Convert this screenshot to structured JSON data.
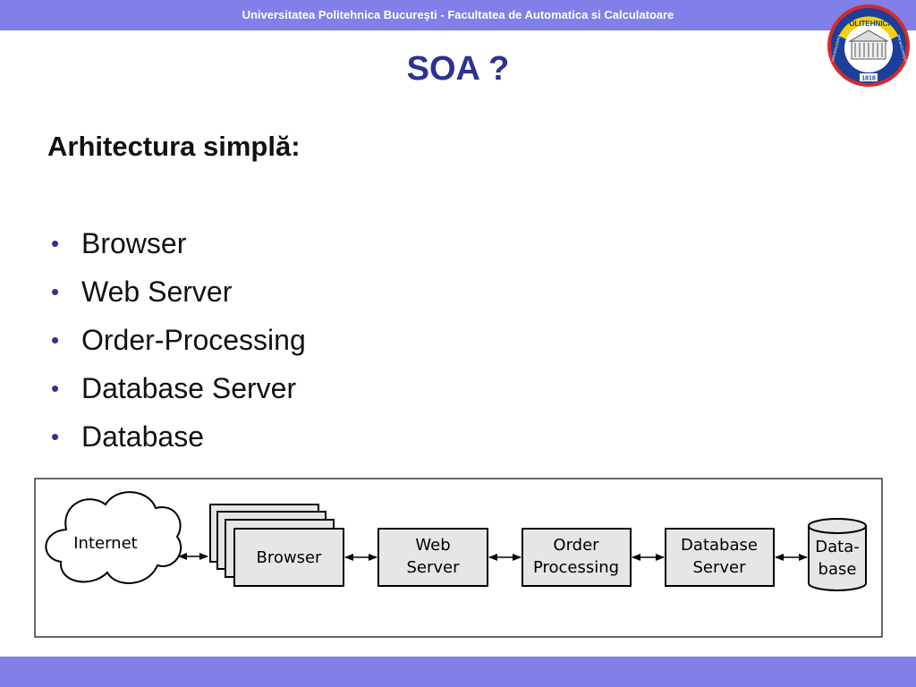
{
  "header": {
    "institution": "Universitatea Politehnica Bucureşti - Facultatea de Automatica si Calculatoare"
  },
  "logo": {
    "top_text": "POLITEHNICA",
    "left_text": "UNIVERSITATEA",
    "right_text": "DIN BUCUREŞTI",
    "year": "1818",
    "colors": {
      "blue": "#1b3f9a",
      "yellow": "#f4d20b",
      "red": "#d42a2a"
    }
  },
  "slide": {
    "title": "SOA ?",
    "subtitle": "Arhitectura simplă:",
    "bullets": [
      "Browser",
      "Web Server",
      "Order-Processing",
      "Database Server",
      "Database"
    ]
  },
  "diagram": {
    "nodes": {
      "internet": "Internet",
      "browser": "Browser",
      "web_server": [
        "Web",
        "Server"
      ],
      "order_processing": [
        "Order",
        "Processing"
      ],
      "database_server": [
        "Database",
        "Server"
      ],
      "database": [
        "Data-",
        "base"
      ]
    },
    "connectors": "bidirectional"
  },
  "colors": {
    "bar": "#8080e8",
    "title": "#2e3192",
    "box_fill": "#e6e6e6"
  }
}
